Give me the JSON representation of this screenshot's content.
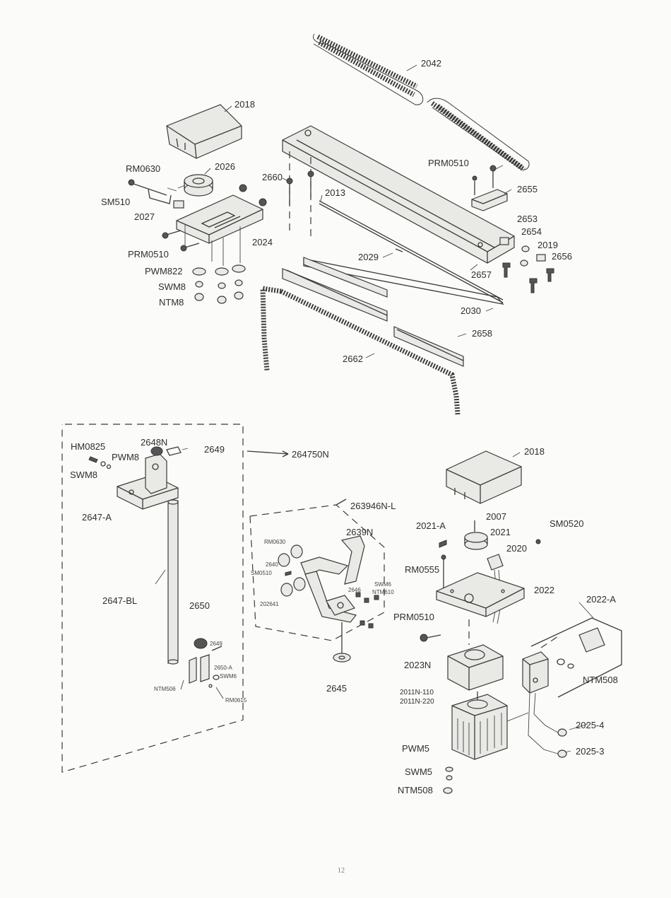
{
  "labels": {
    "p2042": "2042",
    "p2018_top": "2018",
    "p2026": "2026",
    "rm0630": "RM0630",
    "sm510": "SM510",
    "p2027": "2027",
    "prm0510_left": "PRM0510",
    "pwm822": "PWM822",
    "swm8_top": "SWM8",
    "ntm8": "NTM8",
    "p2024": "2024",
    "p2660": "2660",
    "p2013": "2013",
    "prm0510_right": "PRM0510",
    "p2655": "2655",
    "p2653": "2653",
    "p2654": "2654",
    "p2019": "2019",
    "p2656": "2656",
    "p2029": "2029",
    "p2657": "2657",
    "p2030": "2030",
    "p2658": "2658",
    "p2662": "2662",
    "hm0825": "HM0825",
    "p2648n": "2648N",
    "pwm8": "PWM8",
    "p2649_top": "2649",
    "swm8_left": "SWM8",
    "p264750n": "264750N",
    "p2647a": "2647-A",
    "p2647bl": "2647-BL",
    "p2650": "2650",
    "p2649_low": "2649",
    "p2650a": "2650-A",
    "swm6_left": "SWM6",
    "ntm506": "NTM506",
    "rm0615": "RM0615",
    "p263946nl": "263946N-L",
    "rm0630_small": "RM0630",
    "p2639n": "2639N",
    "p2640": "2640",
    "sm0510": "SM0510",
    "p2646": "2646",
    "swm6_mid": "SWM6",
    "ntm610": "NTM610",
    "p202641": "202641",
    "p2645": "2645",
    "p2018_bottom": "2018",
    "p2007": "2007",
    "p2021a": "2021-A",
    "p2021": "2021",
    "sm0520": "SM0520",
    "p2020": "2020",
    "rm0555": "RM0555",
    "p2022": "2022",
    "p2022a": "2022-A",
    "prm0510_bottom": "PRM0510",
    "p2023n": "2023N",
    "ntm508_right": "NTM508",
    "p2011n110": "2011N-110",
    "p2011n220": "2011N-220",
    "p20254": "2025-4",
    "p20253": "2025-3",
    "pwm5": "PWM5",
    "swm5": "SWM5",
    "ntm508_bottom": "NTM508"
  },
  "page_number": "12"
}
